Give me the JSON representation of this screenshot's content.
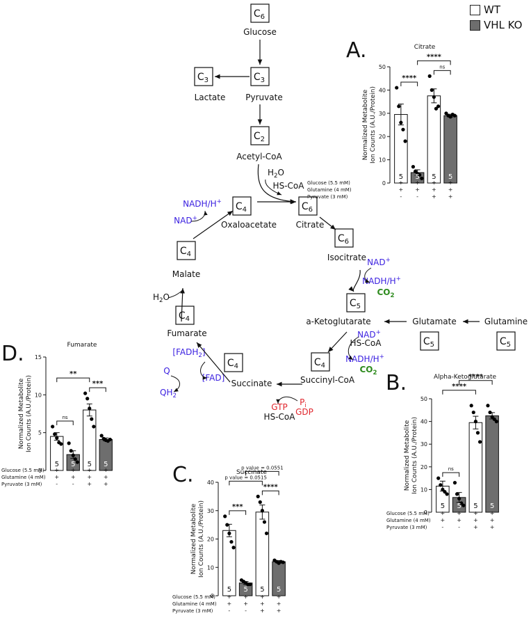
{
  "legend": [
    {
      "label": "WT",
      "color": "#ffffff"
    },
    {
      "label": "VHL KO",
      "color": "#6e6e6e"
    }
  ],
  "pathway": {
    "boxes": [
      "C6",
      "C3",
      "C3",
      "C2",
      "C4",
      "C6",
      "C6",
      "C4",
      "C5",
      "C5",
      "C5",
      "C4",
      "C4",
      "C4"
    ],
    "metabolites": {
      "glucose": "Glucose",
      "lactate": "Lactate",
      "pyruvate": "Pyruvate",
      "acetylcoa": "Acetyl-CoA",
      "oxaloacetate": "Oxaloacetate",
      "citrate": "Citrate",
      "isocitrate": "Isocitrate",
      "akg": "a-Ketoglutarate",
      "glutamate": "Glutamate",
      "glutamine": "Glutamine",
      "succinylcoa": "Succinyl-CoA",
      "succinate": "Succinate",
      "fumarate": "Fumarate",
      "malate": "Malate"
    },
    "cofactors": {
      "h2o_1": "H2O",
      "hscoa_1": "HS-CoA",
      "nadh_1": "NADH/H+",
      "nad_1": "NAD+",
      "nad_2": "NAD+",
      "nadh_2": "NADH/H+",
      "co2_1": "CO2",
      "nad_3": "NAD+",
      "hscoa_2": "HS-CoA",
      "nadh_3": "NADH/H+",
      "co2_2": "CO2",
      "gtp": "GTP",
      "hscoa_3": "HS-CoA",
      "pi": "Pi",
      "gdp": "GDP",
      "fadh2": "[FADH2]",
      "fad": "[FAD]",
      "q": "Q",
      "qh2": "QH2",
      "h2o_2": "H2O"
    },
    "colors": {
      "nad": "#3a1fe0",
      "co2": "#2e8b1e",
      "gtp": "#e0262d",
      "fad": "#3a1fe0"
    }
  },
  "panels": [
    {
      "letter": "A.",
      "title": "Citrate",
      "ylabel": [
        "Normalized Metabolite",
        "Ion Counts (A.U./Protein)"
      ],
      "ylim": [
        0,
        50
      ],
      "ticks": [
        0,
        10,
        20,
        30,
        40,
        50
      ],
      "bars": [
        {
          "value": 29.5,
          "err": 4.5,
          "n": "5",
          "fill": "#ffffff",
          "points": [
            41,
            33,
            26,
            23,
            18
          ]
        },
        {
          "value": 4.5,
          "err": 1.2,
          "n": "5",
          "fill": "#6e6e6e",
          "points": [
            7,
            5,
            4,
            3.5,
            2
          ]
        },
        {
          "value": 37.5,
          "err": 3,
          "n": "5",
          "fill": "#ffffff",
          "points": [
            46,
            40,
            37,
            32,
            33
          ]
        },
        {
          "value": 29,
          "err": 0.6,
          "n": "5",
          "fill": "#6e6e6e",
          "points": [
            30,
            29,
            28.5,
            29.5,
            29
          ]
        }
      ],
      "sig": [
        {
          "from": 0,
          "to": 1,
          "label": "****",
          "level": 1
        },
        {
          "from": 2,
          "to": 3,
          "label": "ns",
          "level": 1
        },
        {
          "from": 1,
          "to": 3,
          "label": "****",
          "level": 2
        }
      ],
      "conditions": [
        {
          "label": "Glucose (5.5 mM)",
          "vals": [
            "+",
            "+",
            "+",
            "+"
          ]
        },
        {
          "label": "Glutamine (4 mM)",
          "vals": [
            "+",
            "+",
            "+",
            "+"
          ]
        },
        {
          "label": "Pyruvate (3 mM)",
          "vals": [
            "-",
            "-",
            "+",
            "+"
          ]
        }
      ]
    },
    {
      "letter": "B.",
      "title": "Alpha-Ketoglutarate",
      "ylabel": [
        "Normalized Metabolite",
        "Ion Counts (A.U./Protein)"
      ],
      "ylim": [
        0,
        50
      ],
      "ticks": [
        0,
        10,
        20,
        30,
        40,
        50
      ],
      "bars": [
        {
          "value": 11.5,
          "err": 2.2,
          "n": "5",
          "fill": "#ffffff",
          "points": [
            15,
            12,
            10,
            9,
            8
          ]
        },
        {
          "value": 6.5,
          "err": 2.2,
          "n": "5",
          "fill": "#6e6e6e",
          "points": [
            13,
            8,
            6,
            4,
            3
          ]
        },
        {
          "value": 39.5,
          "err": 2.8,
          "n": "5",
          "fill": "#ffffff",
          "points": [
            47,
            44,
            40,
            35,
            31
          ]
        },
        {
          "value": 42.5,
          "err": 1.4,
          "n": "5",
          "fill": "#6e6e6e",
          "points": [
            47,
            44,
            42,
            41,
            40
          ]
        }
      ],
      "sig": [
        {
          "from": 0,
          "to": 1,
          "label": "ns",
          "level": 1
        },
        {
          "from": 0,
          "to": 2,
          "label": "****",
          "level": 2
        },
        {
          "from": 1,
          "to": 3,
          "label": "****",
          "level": 3
        }
      ],
      "conditions": [
        {
          "label": "Glucose (5.5 mM)",
          "vals": [
            "+",
            "+",
            "+",
            "+"
          ]
        },
        {
          "label": "Glutamine (4 mM)",
          "vals": [
            "+",
            "+",
            "+",
            "+"
          ]
        },
        {
          "label": "Pyruvate (3 mM)",
          "vals": [
            "-",
            "-",
            "+",
            "+"
          ]
        }
      ]
    },
    {
      "letter": "C.",
      "title": "Succinate",
      "ylabel": [
        "Normalized Metabolite",
        "Ion Counts (A.U./Protein)"
      ],
      "ylim": [
        0,
        40
      ],
      "ticks": [
        0,
        10,
        20,
        30,
        40
      ],
      "bars": [
        {
          "value": 23,
          "err": 2.2,
          "n": "5",
          "fill": "#ffffff",
          "points": [
            28,
            25,
            22,
            19,
            17
          ]
        },
        {
          "value": 4.5,
          "err": 0.5,
          "n": "5",
          "fill": "#6e6e6e",
          "points": [
            5.5,
            5,
            4.5,
            4,
            4
          ]
        },
        {
          "value": 29.5,
          "err": 2.5,
          "n": "5",
          "fill": "#ffffff",
          "points": [
            35,
            33,
            30,
            26,
            22
          ]
        },
        {
          "value": 12,
          "err": 0.4,
          "n": "5",
          "fill": "#6e6e6e",
          "points": [
            12.5,
            12,
            11.5,
            12,
            11.8
          ]
        }
      ],
      "sig": [
        {
          "from": 0,
          "to": 1,
          "label": "***",
          "level": 1
        },
        {
          "from": 2,
          "to": 3,
          "label": "****",
          "level": 1
        },
        {
          "from": 0,
          "to": 2,
          "label": "p value = 0.0515",
          "level": 2
        },
        {
          "from": 1,
          "to": 3,
          "label": "p value = 0.0551",
          "level": 3
        }
      ],
      "conditions": [
        {
          "label": "Glucose (5.5 mM)",
          "vals": [
            "+",
            "+",
            "+",
            "+"
          ]
        },
        {
          "label": "Glutamine (4 mM)",
          "vals": [
            "+",
            "+",
            "+",
            "+"
          ]
        },
        {
          "label": "Pyruvate (3 mM)",
          "vals": [
            "-",
            "-",
            "+",
            "+"
          ]
        }
      ]
    },
    {
      "letter": "D.",
      "title": "Fumarate",
      "ylabel": [
        "Normalized Metabolite",
        "Ion Counts (A.U./Protein)"
      ],
      "ylim": [
        0,
        15
      ],
      "ticks": [
        0,
        5,
        10,
        15
      ],
      "bars": [
        {
          "value": 4.5,
          "err": 0.5,
          "n": "5",
          "fill": "#ffffff",
          "points": [
            5.8,
            4.8,
            4.3,
            3.7,
            3.5
          ]
        },
        {
          "value": 2.1,
          "err": 0.5,
          "n": "5",
          "fill": "#6e6e6e",
          "points": [
            3.6,
            2.6,
            2,
            1.5,
            1.1
          ]
        },
        {
          "value": 8,
          "err": 0.8,
          "n": "5",
          "fill": "#ffffff",
          "points": [
            10.2,
            9.5,
            8.2,
            6.8,
            5.8
          ]
        },
        {
          "value": 4.1,
          "err": 0.2,
          "n": "5",
          "fill": "#6e6e6e",
          "points": [
            4.6,
            4.2,
            4.0,
            3.9,
            4.1
          ]
        }
      ],
      "sig": [
        {
          "from": 0,
          "to": 1,
          "label": "ns",
          "level": 1
        },
        {
          "from": 2,
          "to": 3,
          "label": "***",
          "level": 1
        },
        {
          "from": 0,
          "to": 2,
          "label": "**",
          "level": 2
        }
      ],
      "conditions": [
        {
          "label": "Glucose (5.5 mM)",
          "vals": [
            "+",
            "+",
            "+",
            "+"
          ]
        },
        {
          "label": "Glutamine (4 mM)",
          "vals": [
            "+",
            "+",
            "+",
            "+"
          ]
        },
        {
          "label": "Pyruvate (3 mM)",
          "vals": [
            "-",
            "-",
            "+",
            "+"
          ]
        }
      ]
    }
  ]
}
